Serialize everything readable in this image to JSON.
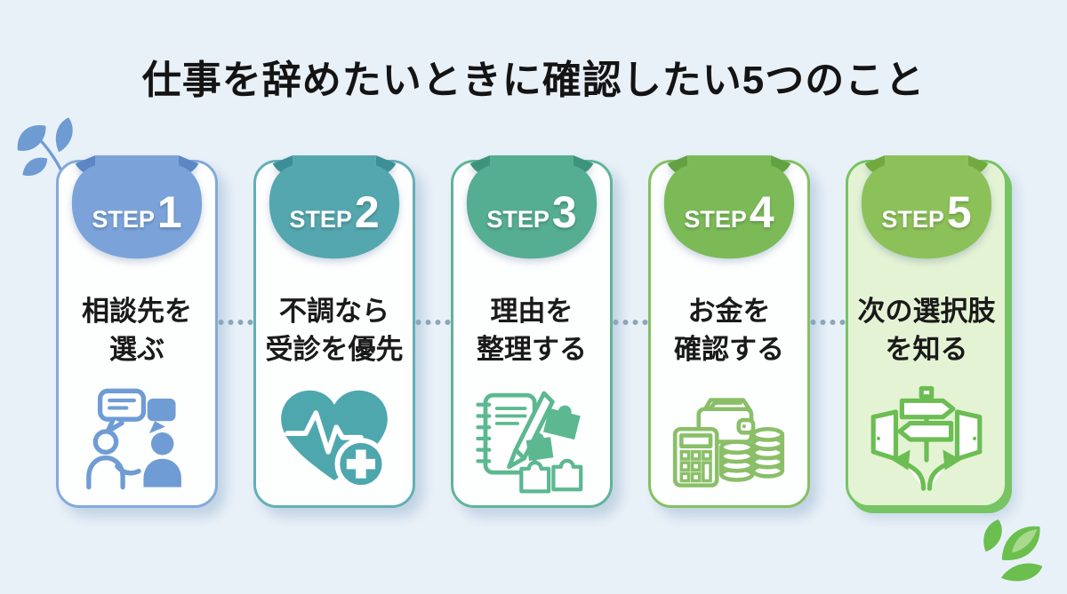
{
  "title": "仕事を辞めたいときに確認したい5つのこと",
  "colors": {
    "background": "#e9f1f8",
    "dot": "#8ba6ba",
    "title_text": "#141414"
  },
  "decorations": {
    "top_left_leaf_color": "#6f9bd3",
    "bottom_right_leaf_color": "#6abf4e",
    "bottom_right_leaf_highlight": "#a9d98c"
  },
  "steps": [
    {
      "badge_prefix": "STEP",
      "badge_number": "1",
      "line1": "相談先を",
      "line2": "選ぶ",
      "color": "#7ba3d9",
      "color_dark": "#5d87c4",
      "border_color": "#83a9dc",
      "icon_color": "#6f9cd4",
      "card_bg": "#fdfefe",
      "icon": "consultation-icon"
    },
    {
      "badge_prefix": "STEP",
      "badge_number": "2",
      "line1": "不調なら",
      "line2": "受診を優先",
      "color": "#55a7af",
      "color_dark": "#3d8e97",
      "border_color": "#63afb6",
      "icon_color": "#4fa7ae",
      "card_bg": "#fdfefe",
      "icon": "heart-checkup-icon"
    },
    {
      "badge_prefix": "STEP",
      "badge_number": "3",
      "line1": "理由を",
      "line2": "整理する",
      "color": "#55ad92",
      "color_dark": "#3d947a",
      "border_color": "#61b497",
      "icon_color": "#5cb890",
      "card_bg": "#fdfefe",
      "icon": "notebook-puzzle-icon"
    },
    {
      "badge_prefix": "STEP",
      "badge_number": "4",
      "line1": "お金を",
      "line2": "確認する",
      "color": "#7cba58",
      "color_dark": "#62a243",
      "border_color": "#86c062",
      "icon_color": "#8abf68",
      "card_bg": "#fdfefe",
      "icon": "money-check-icon"
    },
    {
      "badge_prefix": "STEP",
      "badge_number": "5",
      "line1": "次の選択肢",
      "line2": "を知る",
      "color": "#8cc159",
      "color_dark": "#71a93f",
      "border_color": "#77c465",
      "icon_color": "#6cbd53",
      "card_bg": "#e4f3d4",
      "icon": "signpost-doors-icon"
    }
  ]
}
